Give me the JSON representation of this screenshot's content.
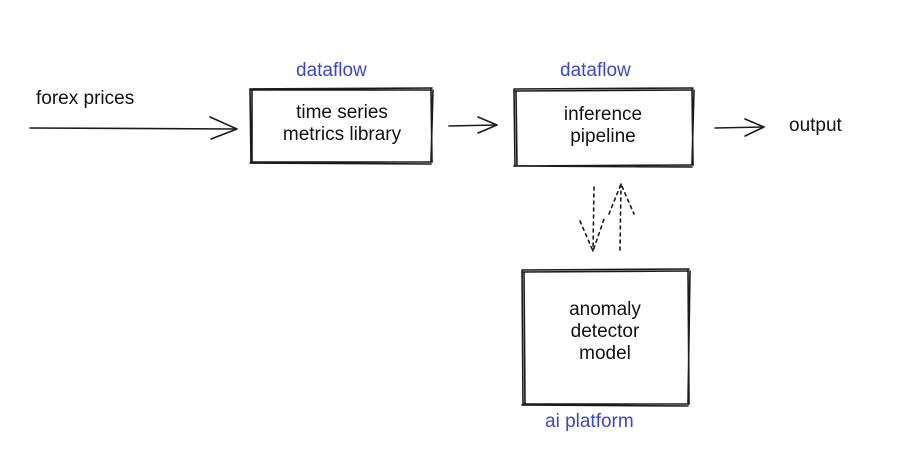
{
  "diagram": {
    "input_label": "forex prices",
    "output_label": "output",
    "accent_color": "#3b45d0",
    "nodes": {
      "metrics": {
        "platform": "dataflow",
        "lines": [
          "time series",
          "metrics library"
        ]
      },
      "inference": {
        "platform": "dataflow",
        "lines": [
          "inference",
          "pipeline"
        ]
      },
      "anomaly": {
        "platform": "ai platform",
        "lines": [
          "anomaly",
          "detector",
          "model"
        ]
      }
    },
    "edges": [
      {
        "from": "forex prices",
        "to": "metrics",
        "style": "solid"
      },
      {
        "from": "metrics",
        "to": "inference",
        "style": "solid"
      },
      {
        "from": "inference",
        "to": "output",
        "style": "solid"
      },
      {
        "from": "inference",
        "to": "anomaly",
        "style": "dotted"
      },
      {
        "from": "anomaly",
        "to": "inference",
        "style": "dotted"
      }
    ]
  }
}
